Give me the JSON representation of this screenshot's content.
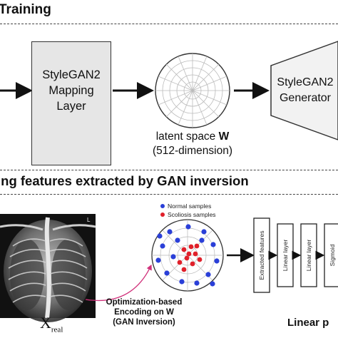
{
  "section1": {
    "title": "Training"
  },
  "mapping_layer": {
    "line1": "StyleGAN2",
    "line2": "Mapping",
    "line3": "Layer"
  },
  "latent_space": {
    "label": "latent space ",
    "symbol": "W",
    "dim": "(512-dimension)"
  },
  "generator": {
    "line1": "StyleGAN2",
    "line2": "Generator"
  },
  "section2": {
    "title": "ing features extracted by GAN inversion"
  },
  "legend": {
    "normal": "Normal samples",
    "scoliosis": "Scoliosis samples",
    "normal_color": "#2a3fd8",
    "scoliosis_color": "#e0202a"
  },
  "xray": {
    "corner_mark": "L",
    "label_main": "X",
    "label_sub": "real"
  },
  "optimization": {
    "line1": "Optimization-based",
    "line2": "Encoding on W",
    "line3": "(GAN Inversion)"
  },
  "layers": [
    "Extracted features",
    "Linear layer",
    "Linear layer",
    "Sigmoid"
  ],
  "linear_probe": {
    "label": "Linear p"
  }
}
